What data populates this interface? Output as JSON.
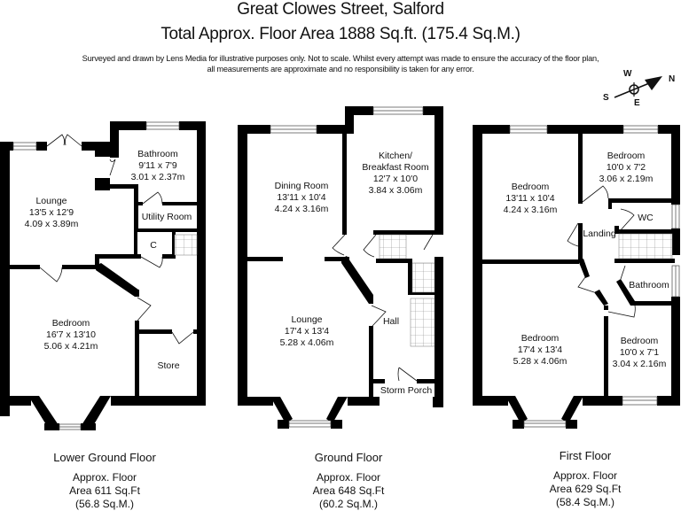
{
  "header": {
    "title": "Great Clowes Street, Salford",
    "total_area": "Total Approx. Floor Area 1888 Sq.ft. (175.4 Sq.M.)",
    "disclaimer_line1": "Surveyed and drawn by Lens Media for illustrative purposes only. Not to scale. Whilst every attempt was made to ensure the accuracy of the floor plan,",
    "disclaimer_line2": "all measurements are approximate and no responsibility is taken for any error."
  },
  "compass": {
    "north": "N",
    "south": "S",
    "east": "E",
    "west": "W"
  },
  "floors": [
    {
      "name": "Lower Ground Floor",
      "area_line1": "Approx. Floor",
      "area_line2": "Area 611 Sq.Ft",
      "area_line3": "(56.8 Sq.M.)",
      "rooms": [
        {
          "name": "Lounge",
          "imperial": "13'5 x 12'9",
          "metric": "4.09 x 3.89m"
        },
        {
          "name": "Bathroom",
          "imperial": "9'11 x 7'9",
          "metric": "3.01 x 2.37m"
        },
        {
          "name": "Utility Room"
        },
        {
          "name": "C"
        },
        {
          "name": "Bedroom",
          "imperial": "16'7 x 13'10",
          "metric": "5.06 x 4.21m"
        },
        {
          "name": "Store"
        }
      ]
    },
    {
      "name": "Ground Floor",
      "area_line1": "Approx. Floor",
      "area_line2": "Area 648 Sq.Ft",
      "area_line3": "(60.2 Sq.M.)",
      "rooms": [
        {
          "name": "Dining Room",
          "imperial": "13'11 x 10'4",
          "metric": "4.24 x 3.16m"
        },
        {
          "name": "Kitchen/",
          "name2": "Breakfast Room",
          "imperial": "12'7 x 10'0",
          "metric": "3.84 x 3.06m"
        },
        {
          "name": "Lounge",
          "imperial": "17'4 x 13'4",
          "metric": "5.28 x 4.06m"
        },
        {
          "name": "Hall"
        },
        {
          "name": "Storm Porch"
        }
      ]
    },
    {
      "name": "First Floor",
      "area_line1": "Approx. Floor",
      "area_line2": "Area 629 Sq.Ft",
      "area_line3": "(58.4 Sq.M.)",
      "rooms": [
        {
          "name": "Bedroom",
          "imperial": "13'11 x 10'4",
          "metric": "4.24 x 3.16m"
        },
        {
          "name": "Bedroom",
          "imperial": "10'0 x 7'2",
          "metric": "3.06 x 2.19m"
        },
        {
          "name": "WC"
        },
        {
          "name": "Landing"
        },
        {
          "name": "Bathroom"
        },
        {
          "name": "Bedroom",
          "imperial": "17'4 x 13'4",
          "metric": "5.28 x 4.06m"
        },
        {
          "name": "Bedroom",
          "imperial": "10'0 x 7'1",
          "metric": "3.04 x 2.16m"
        }
      ]
    }
  ]
}
